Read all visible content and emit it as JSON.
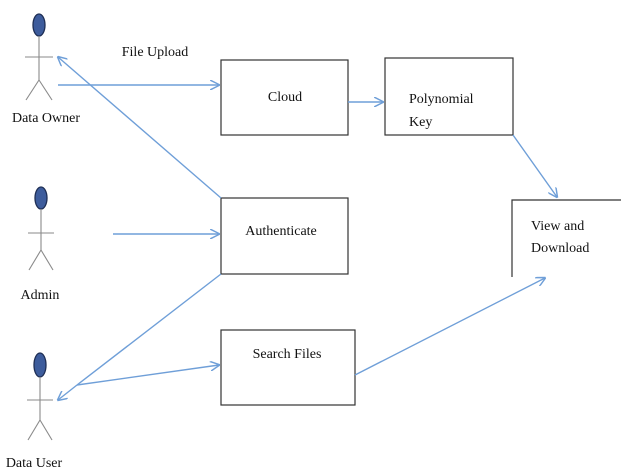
{
  "actors": {
    "data_owner": "Data Owner",
    "admin": "Admin",
    "data_user": "Data User"
  },
  "processes": {
    "cloud": "Cloud",
    "polynomial_key_line1": "Polynomial",
    "polynomial_key_line2": "Key",
    "authenticate": "Authenticate",
    "view_download_line1": "View and",
    "view_download_line2": "Download",
    "search_files": "Search Files"
  },
  "edge_labels": {
    "file_upload": "File Upload"
  },
  "colors": {
    "connector": "#6f9fd8",
    "actor_head": "#3d5c9c",
    "box_border": "#333333"
  }
}
